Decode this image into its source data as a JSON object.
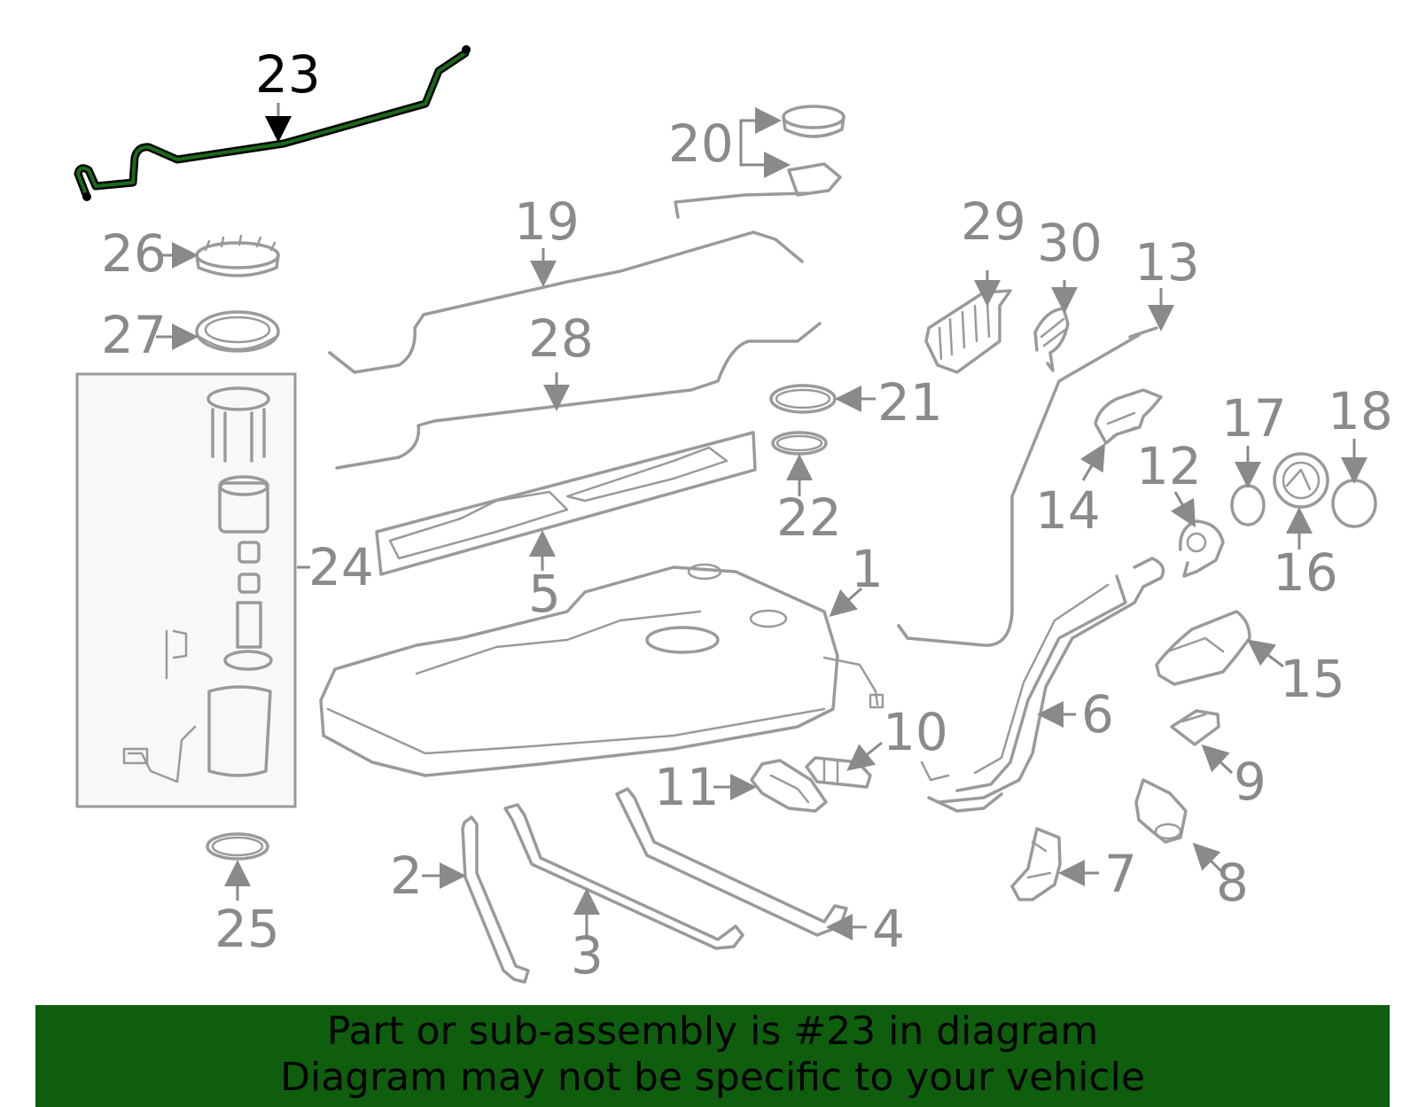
{
  "labels": {
    "l1": "1",
    "l2": "2",
    "l3": "3",
    "l4": "4",
    "l5": "5",
    "l6": "6",
    "l7": "7",
    "l8": "8",
    "l9": "9",
    "l10": "10",
    "l11": "11",
    "l12": "12",
    "l13": "13",
    "l14": "14",
    "l15": "15",
    "l16": "16",
    "l17": "17",
    "l18": "18",
    "l19": "19",
    "l20": "20",
    "l21": "21",
    "l22": "22",
    "l23": "23",
    "l24": "24",
    "l25": "25",
    "l26": "26",
    "l27": "27",
    "l28": "28",
    "l29": "29",
    "l30": "30"
  },
  "highlight_part": "23",
  "colors": {
    "highlight": "#000000",
    "highlight_line": "#1a6a1a",
    "parts": "#9a9a9a",
    "banner_bg": "#0e5e0e"
  },
  "banner": {
    "line1": "Part or sub-assembly is #23 in diagram",
    "line2": "Diagram may not be specific to your vehicle"
  }
}
